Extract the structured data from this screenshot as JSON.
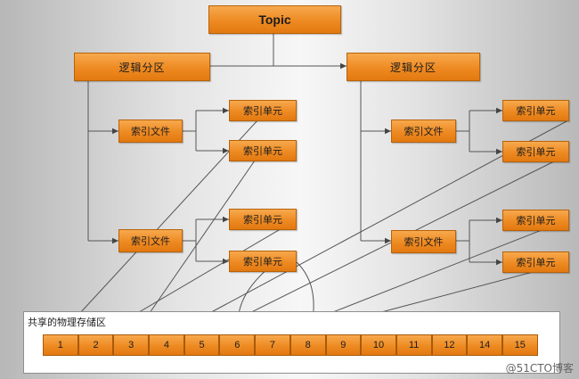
{
  "topic": "Topic",
  "partitions": [
    {
      "label": "逻辑分区",
      "files": [
        {
          "label": "索引文件",
          "units": [
            "索引单元",
            "索引单元"
          ]
        },
        {
          "label": "索引文件",
          "units": [
            "索引单元",
            "索引单元"
          ]
        }
      ]
    },
    {
      "label": "逻辑分区",
      "files": [
        {
          "label": "索引文件",
          "units": [
            "索引单元",
            "索引单元"
          ]
        },
        {
          "label": "索引文件",
          "units": [
            "索引单元",
            "索引单元"
          ]
        }
      ]
    }
  ],
  "storage": {
    "title": "共享的物理存储区",
    "cells": [
      "1",
      "2",
      "3",
      "4",
      "5",
      "6",
      "7",
      "8",
      "9",
      "10",
      "11",
      "12",
      "14",
      "15"
    ]
  },
  "watermark": "@51CTO博客"
}
